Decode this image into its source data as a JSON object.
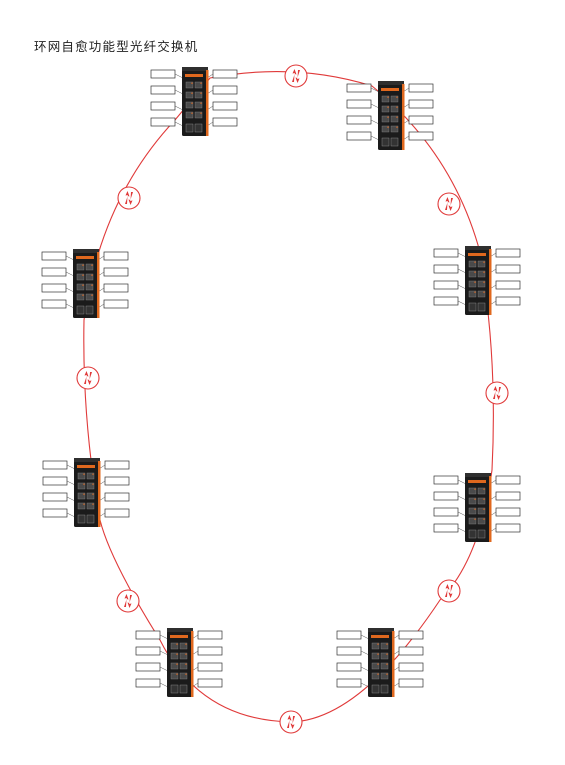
{
  "title": "环网自愈功能型光纤交换机",
  "colors": {
    "ring": "#e03a3a",
    "switch_body": "#1b1b1b",
    "switch_accent": "#e0681e",
    "terminal_box_border": "#333333",
    "background": "#ffffff"
  },
  "switches": [
    {
      "id": "switch-1",
      "label_boxes": 8
    },
    {
      "id": "switch-2",
      "label_boxes": 8
    },
    {
      "id": "switch-3",
      "label_boxes": 8
    },
    {
      "id": "switch-4",
      "label_boxes": 8
    },
    {
      "id": "switch-5",
      "label_boxes": 8
    },
    {
      "id": "switch-6",
      "label_boxes": 8
    },
    {
      "id": "switch-7",
      "label_boxes": 8
    },
    {
      "id": "switch-8",
      "label_boxes": 8
    }
  ],
  "links": [
    {
      "id": "link-1",
      "icon": "bidirectional-arrows-icon"
    },
    {
      "id": "link-2",
      "icon": "bidirectional-arrows-icon"
    },
    {
      "id": "link-3",
      "icon": "bidirectional-arrows-icon"
    },
    {
      "id": "link-4",
      "icon": "bidirectional-arrows-icon"
    },
    {
      "id": "link-5",
      "icon": "bidirectional-arrows-icon"
    },
    {
      "id": "link-6",
      "icon": "bidirectional-arrows-icon"
    },
    {
      "id": "link-7",
      "icon": "bidirectional-arrows-icon"
    },
    {
      "id": "link-8",
      "icon": "bidirectional-arrows-icon"
    }
  ]
}
